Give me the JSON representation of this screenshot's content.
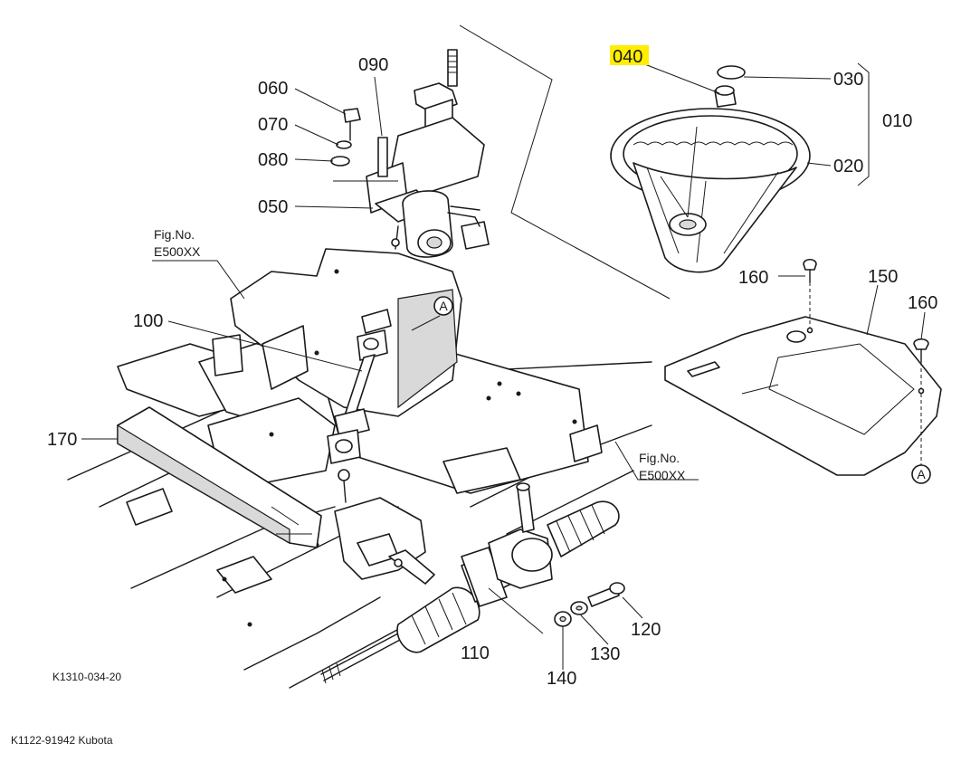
{
  "parts": [
    {
      "id": "p010",
      "label": "010"
    },
    {
      "id": "p020",
      "label": "020"
    },
    {
      "id": "p030",
      "label": "030"
    },
    {
      "id": "p040",
      "label": "040",
      "highlighted": true
    },
    {
      "id": "p050",
      "label": "050"
    },
    {
      "id": "p060",
      "label": "060"
    },
    {
      "id": "p070",
      "label": "070"
    },
    {
      "id": "p080",
      "label": "080"
    },
    {
      "id": "p090",
      "label": "090"
    },
    {
      "id": "p100",
      "label": "100"
    },
    {
      "id": "p110",
      "label": "110"
    },
    {
      "id": "p120",
      "label": "120"
    },
    {
      "id": "p130",
      "label": "130"
    },
    {
      "id": "p140",
      "label": "140"
    },
    {
      "id": "p150",
      "label": "150"
    },
    {
      "id": "p160a",
      "label": "160"
    },
    {
      "id": "p160b",
      "label": "160"
    },
    {
      "id": "p170",
      "label": "170"
    }
  ],
  "references": [
    {
      "fig": "Fig.No.",
      "code": "E500XX"
    },
    {
      "fig": "Fig.No.",
      "code": "E500XX"
    }
  ],
  "markers": [
    "A",
    "A"
  ],
  "drawing_code": "K1310-034-20",
  "caption": "K1122-91942 Kubota",
  "highlight_color": "#ffee00"
}
